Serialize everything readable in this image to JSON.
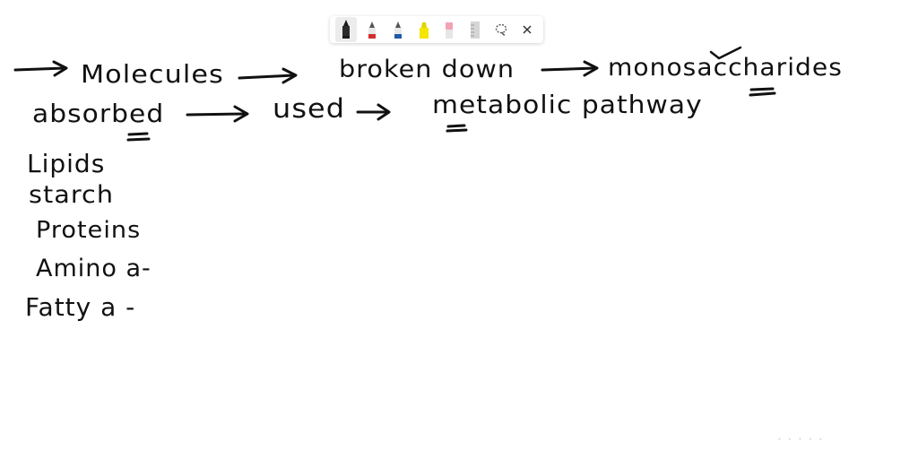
{
  "toolbar": {
    "tools": [
      {
        "icon": "black-pen-icon",
        "color": "#1a1a1a"
      },
      {
        "icon": "red-pen-icon",
        "color": "#d32f2f"
      },
      {
        "icon": "blue-pen-icon",
        "color": "#1e5aa8"
      },
      {
        "icon": "yellow-highlighter-icon",
        "color": "#f4e600"
      },
      {
        "icon": "eraser-icon",
        "color": "#f2a3b3"
      },
      {
        "icon": "ruler-icon",
        "color": "#bdbdbd"
      },
      {
        "icon": "lasso-icon",
        "color": "#555555"
      },
      {
        "icon": "close-icon",
        "color": "#333333"
      }
    ]
  },
  "notes": {
    "line1": {
      "word1": "Molecules",
      "word2": "broken down",
      "word3": "monosaccharides"
    },
    "line2": {
      "word1": "absorbed",
      "word2": "used",
      "word3": "metabolic pathway"
    },
    "list": [
      "Lipids",
      "starch",
      "Proteins",
      "Amino a-",
      "Fatty a -"
    ]
  },
  "colors": {
    "ink": "#111111",
    "background": "#ffffff"
  }
}
